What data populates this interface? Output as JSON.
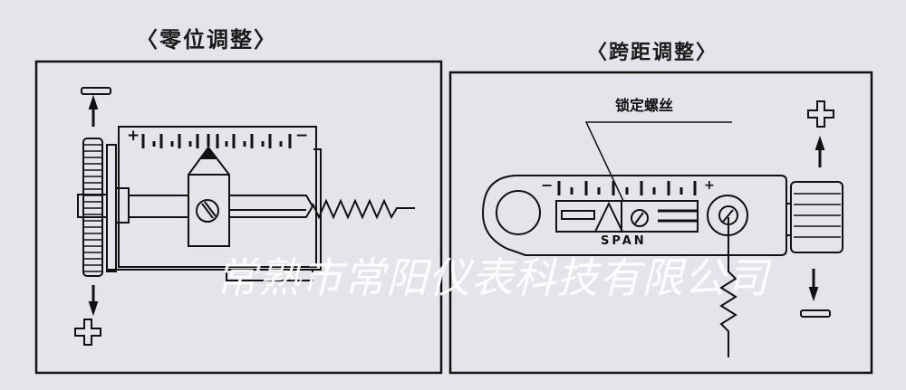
{
  "zero_adjust": {
    "title": "〈零位调整〉",
    "scale_plus": "+",
    "scale_minus": "−",
    "direction_top": "−",
    "direction_bottom": "+"
  },
  "span_adjust": {
    "title": "〈跨距调整〉",
    "lock_screw_label": "锁定螺丝",
    "span_label": "SPAN",
    "scale_minus": "−",
    "scale_plus": "+",
    "direction_top": "+",
    "direction_bottom": "−"
  },
  "watermark": "常熟市常阳仪表科技有限公司"
}
